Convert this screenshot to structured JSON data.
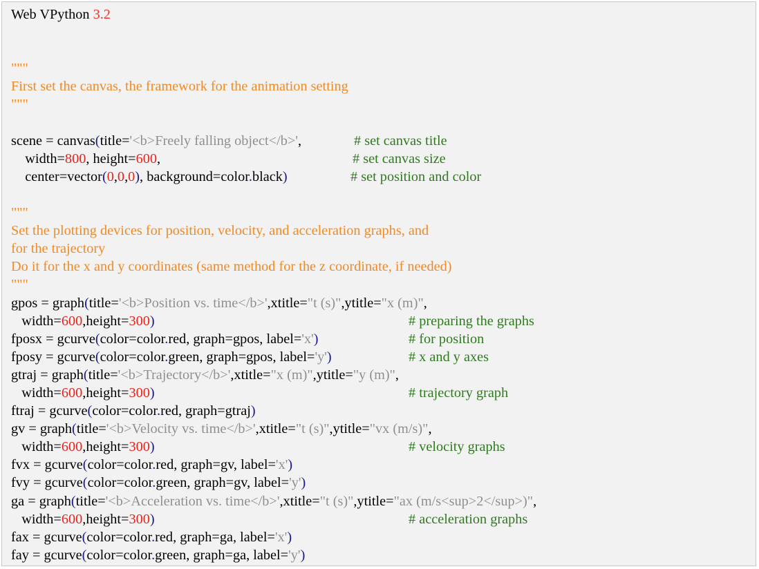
{
  "header": {
    "product": "Web VPython",
    "version": "3.2"
  },
  "colors": {
    "version": "#e8362c",
    "docstring": "#f08a24",
    "string": "#8f8f8f",
    "number": "#e8231c",
    "comment": "#2f7a1f",
    "paren": "#1a1a8c",
    "text": "#000000",
    "panel_bg": "#f2f2f2"
  },
  "code": {
    "doc_quote": "\"\"\"",
    "doc1": "First set the canvas, the framework for the animation setting",
    "doc2_lines": [
      "Set the plotting devices for position, velocity, and acceleration graphs, and",
      "for the trajectory",
      "Do it for the x and y coordinates (same method for the z coordinate, if needed)"
    ],
    "scene_title": "'<b>Freely falling object</b>'",
    "comments": {
      "canvas_title": "# set canvas title",
      "canvas_size": "# set canvas size",
      "canvas_pos": "# set position and color",
      "prep": "# preparing the graphs",
      "for_pos": "# for position",
      "xy_axes": "# x and y axes",
      "traj": "# trajectory graph",
      "vel": "# velocity graphs",
      "acc": "# acceleration graphs"
    },
    "strings": {
      "gpos_title": "'<b>Position vs. time</b>'",
      "gpos_xtitle": "\"t (s)\"",
      "gpos_ytitle": "\"x (m)\"",
      "label_x": "'x'",
      "label_y": "'y'",
      "gtraj_title": "'<b>Trajectory</b>'",
      "gtraj_xtitle": "\"x (m)\"",
      "gtraj_ytitle": "\"y (m)\"",
      "gv_title": "'<b>Velocity vs. time</b>'",
      "gv_xtitle": "\"t (s)\"",
      "gv_ytitle": "\"vx (m/s)\"",
      "ga_title": "'<b>Acceleration vs. time</b>'",
      "ga_xtitle": "\"t (s)\"",
      "ga_ytitle": "\"ax (m/s<sup>2</sup>)\""
    },
    "numbers": {
      "canvas_width": "800",
      "canvas_height": "600",
      "zero": "0",
      "graph_width": "600",
      "graph_height": "300"
    }
  }
}
